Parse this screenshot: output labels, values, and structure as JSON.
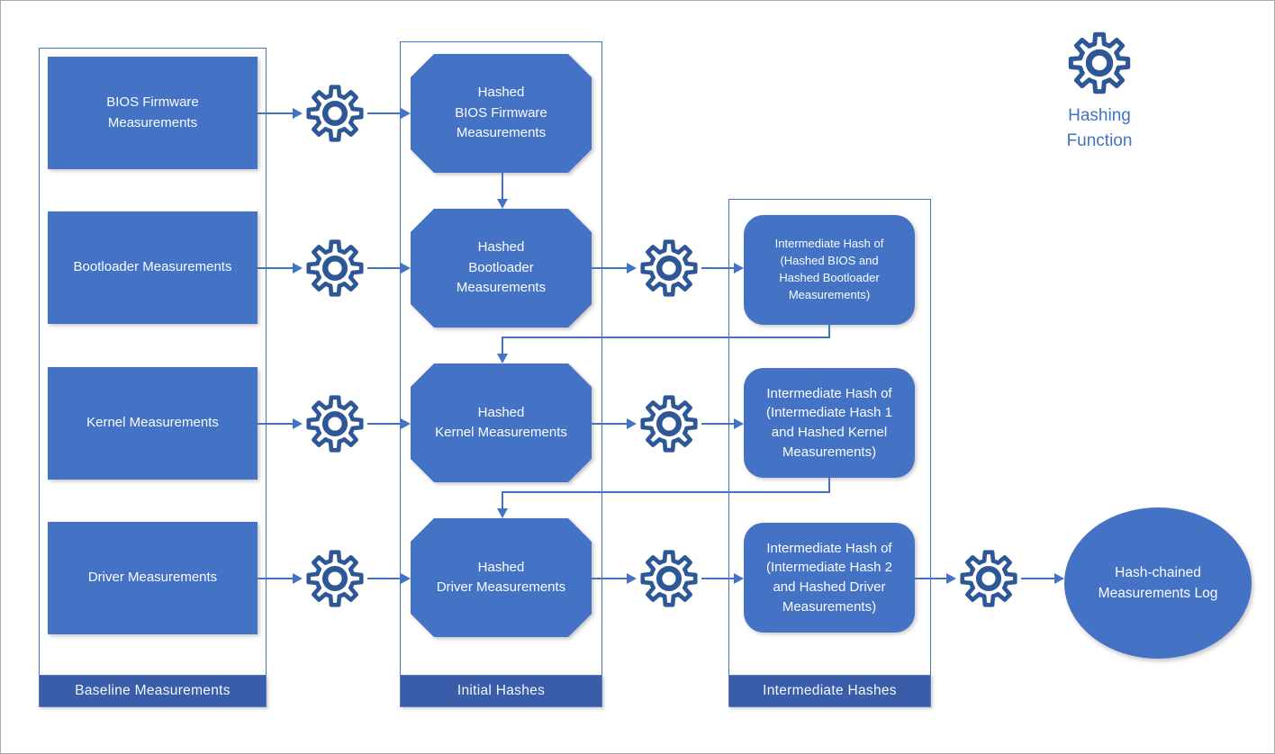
{
  "baseline": {
    "footer": "Baseline Measurements",
    "items": [
      {
        "label": "BIOS Firmware\nMeasurements"
      },
      {
        "label": "Bootloader Measurements"
      },
      {
        "label": "Kernel Measurements"
      },
      {
        "label": "Driver Measurements"
      }
    ]
  },
  "initial": {
    "footer": "Initial Hashes",
    "items": [
      {
        "label": "Hashed\nBIOS Firmware\nMeasurements"
      },
      {
        "label": "Hashed\nBootloader\nMeasurements"
      },
      {
        "label": "Hashed\nKernel Measurements"
      },
      {
        "label": "Hashed\nDriver Measurements"
      }
    ]
  },
  "intermediate": {
    "footer": "Intermediate Hashes",
    "items": [
      {
        "label": "Intermediate Hash of\n(Hashed BIOS and\nHashed Bootloader\nMeasurements)"
      },
      {
        "label": "Intermediate Hash of\n(Intermediate Hash 1\nand Hashed Kernel\nMeasurements)"
      },
      {
        "label": "Intermediate Hash of\n(Intermediate Hash 2\nand Hashed Driver\nMeasurements)"
      }
    ]
  },
  "output": {
    "label": "Hash-chained\nMeasurements Log"
  },
  "legend": {
    "icon": "gear-icon",
    "label": "Hashing\nFunction"
  },
  "colors": {
    "shape_fill": "#4472C4",
    "footer_fill": "#3A5DA9",
    "connector": "#4472C4",
    "gear_icon": "#2E5797",
    "legend_text": "#4472C4",
    "canvas_border": "#ABABAB"
  }
}
